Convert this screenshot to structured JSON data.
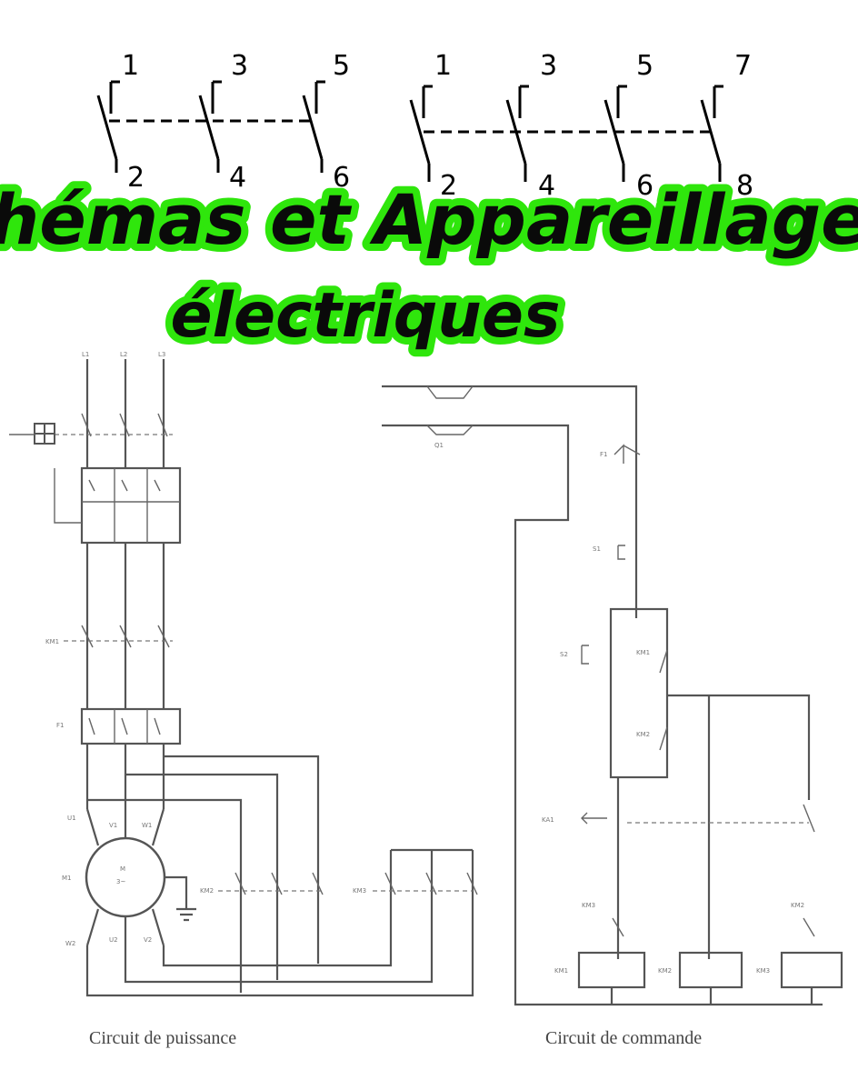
{
  "title": {
    "line1": "chémas et Appareillages",
    "line2": "électriques",
    "stroke_color": "#2fe60c"
  },
  "top_switch_left": {
    "top_labels": [
      "1",
      "3",
      "5"
    ],
    "bottom_labels": [
      "2",
      "4",
      "6"
    ]
  },
  "top_switch_right": {
    "top_labels": [
      "1",
      "3",
      "5",
      "7"
    ],
    "bottom_labels": [
      "2",
      "4",
      "6",
      "8"
    ]
  },
  "captions": {
    "power": "Circuit de puissance",
    "control": "Circuit de commande"
  }
}
